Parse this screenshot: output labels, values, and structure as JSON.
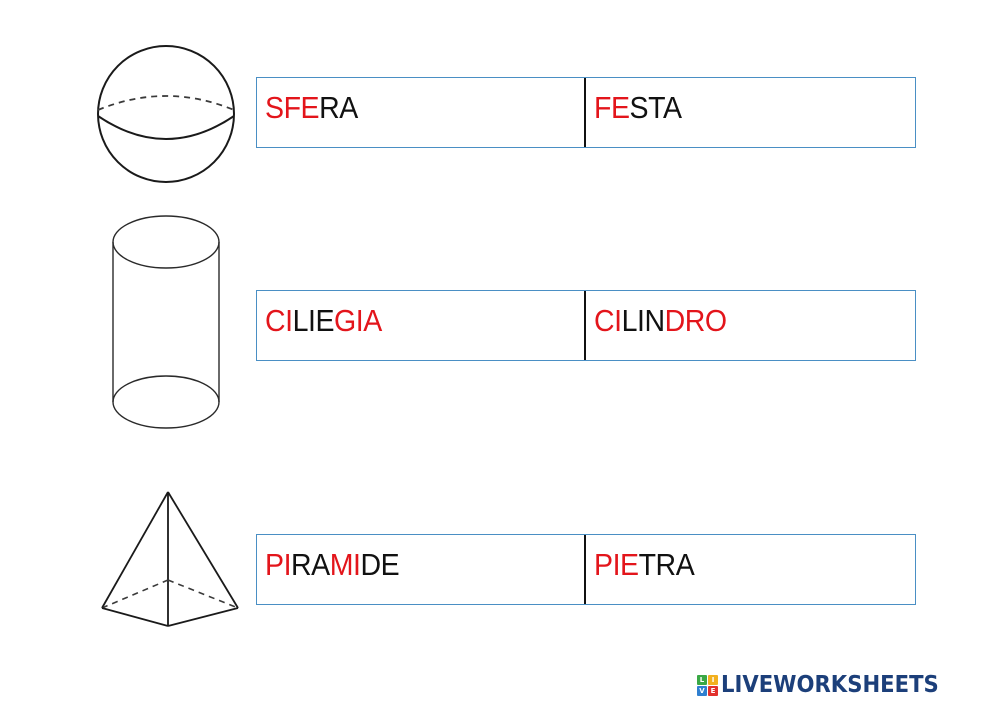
{
  "worksheet": {
    "rows": [
      {
        "shape": "sphere",
        "left_word": {
          "text": "SFERA",
          "segments": [
            {
              "text": "SFE",
              "color": "red"
            },
            {
              "text": "RA",
              "color": "black"
            }
          ]
        },
        "right_word": {
          "text": "FESTA",
          "segments": [
            {
              "text": "FE",
              "color": "red"
            },
            {
              "text": "STA",
              "color": "black"
            }
          ]
        }
      },
      {
        "shape": "cylinder",
        "left_word": {
          "text": "CILIEGIA",
          "segments": [
            {
              "text": "CI",
              "color": "red"
            },
            {
              "text": "LIE",
              "color": "black"
            },
            {
              "text": "GIA",
              "color": "red"
            }
          ]
        },
        "right_word": {
          "text": "CILINDRO",
          "segments": [
            {
              "text": "CI",
              "color": "red"
            },
            {
              "text": "LIN",
              "color": "black"
            },
            {
              "text": "DRO",
              "color": "red"
            }
          ]
        }
      },
      {
        "shape": "pyramid",
        "left_word": {
          "text": "PIRAMIDE",
          "segments": [
            {
              "text": "PI",
              "color": "red"
            },
            {
              "text": "RA",
              "color": "black"
            },
            {
              "text": "MI",
              "color": "red"
            },
            {
              "text": "DE",
              "color": "black"
            }
          ]
        },
        "right_word": {
          "text": "PIETRA",
          "segments": [
            {
              "text": "PIE",
              "color": "red"
            },
            {
              "text": "TRA",
              "color": "black"
            }
          ]
        }
      }
    ]
  },
  "colors": {
    "highlight_red": "#e3151b",
    "text_black": "#111111",
    "box_border": "#4a8fc4",
    "divider": "#111111",
    "logo_text": "#1c3f7a"
  },
  "logo": {
    "text": "LIVEWORKSHEETS",
    "tiles": [
      {
        "letter": "L",
        "color": "#3aa845"
      },
      {
        "letter": "I",
        "color": "#f2b01e"
      },
      {
        "letter": "V",
        "color": "#2f7fd0"
      },
      {
        "letter": "E",
        "color": "#e2312d"
      }
    ]
  }
}
